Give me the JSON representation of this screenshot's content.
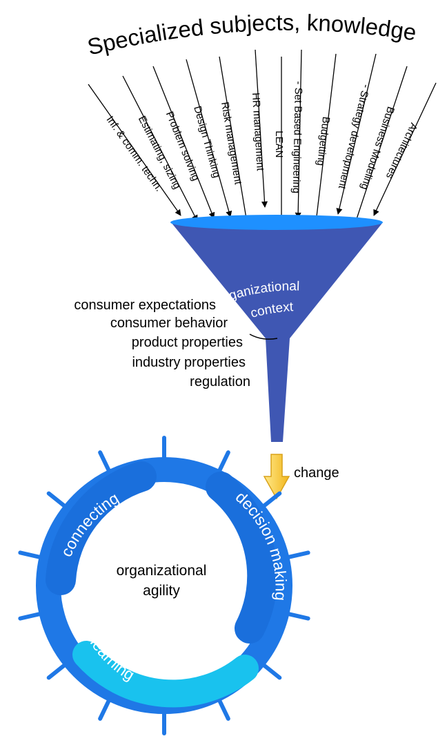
{
  "title": "Specialized subjects, knowledge",
  "subjects": [
    "Inf. & comm. techn.",
    "Estimating, sizing",
    "Problem solving",
    "Design Thinking",
    "Risk management",
    "HR management",
    "LEAN",
    "- Set Based Engineering",
    "Budgetting",
    "- Strategy development",
    "Business Modeling",
    "Architectures"
  ],
  "funnel": {
    "label_line1": "organizational",
    "label_line2": "context"
  },
  "context_factors": [
    "consumer expectations",
    "consumer behavior",
    "product properties",
    "industry properties",
    "regulation"
  ],
  "change_label": "change",
  "cycle": {
    "center_line1": "organizational",
    "center_line2": "agility",
    "segments": [
      "connecting",
      "decision making",
      "learning"
    ]
  },
  "colors": {
    "funnel": "#3f57b3",
    "funnel_rim": "#1e90ff",
    "ring": "#1f78e6",
    "learning": "#19c2ee",
    "arrow": "#ffd24d"
  }
}
